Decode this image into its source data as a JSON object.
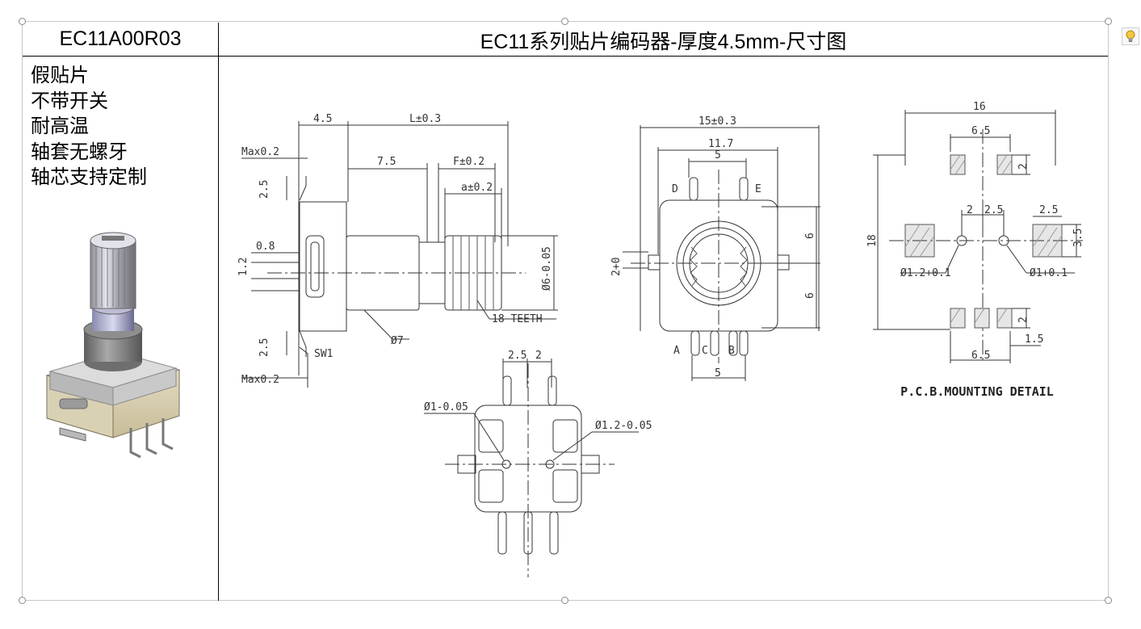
{
  "header": {
    "model": "EC11A00R03",
    "title": "EC11系列贴片编码器-厚度4.5mm-尺寸图"
  },
  "features": [
    "假贴片",
    "不带开关",
    "耐高温",
    "轴套无螺牙",
    "轴芯支持定制"
  ],
  "side_view": {
    "dim_body": "4.5",
    "dim_length": "L±0.3",
    "dim_shaft": "7.5",
    "dim_f": "F±0.2",
    "dim_a": "a±0.2",
    "max_top": "Max0.2",
    "max_bottom": "Max0.2",
    "dim_25_top": "2.5",
    "dim_25_bottom": "2.5",
    "dim_08": "0.8",
    "dim_12": "1.2",
    "dim_phi6": "Ø6-0.05",
    "teeth": "18 TEETH",
    "dim_phi7": "Ø7",
    "sw1": "SW1"
  },
  "front_view": {
    "dim_15": "15±0.3",
    "dim_117": "11.7",
    "dim_5_top": "5",
    "dim_5_bottom": "5",
    "dim_6_top": "6",
    "dim_6_bottom": "6",
    "dim_2": "2+0",
    "pins": [
      "D",
      "E",
      "A",
      "C",
      "B"
    ]
  },
  "bottom_view": {
    "dim_25": "2.5",
    "dim_2": "2",
    "hole_left": "Ø1-0.05",
    "hole_right": "Ø1.2-0.05"
  },
  "pcb_view": {
    "dim_16": "16",
    "dim_65_top": "6.5",
    "dim_65_bottom": "6.5",
    "dim_2_pad": "2",
    "dim_2_bottom": "2",
    "dim_2_center": "2",
    "dim_25_center": "2.5",
    "dim_25_right": "2.5",
    "dim_35": "3.5",
    "dim_18": "18",
    "dim_15": "1.5",
    "hole_left": "Ø1.2+0.1",
    "hole_right": "Ø1+0.1",
    "caption": "P.C.B.MOUNTING DETAIL"
  },
  "colors": {
    "border": "#c7c7c7",
    "line": "#000000",
    "drawing": "#333333",
    "hatch": "#9a9a9a"
  }
}
